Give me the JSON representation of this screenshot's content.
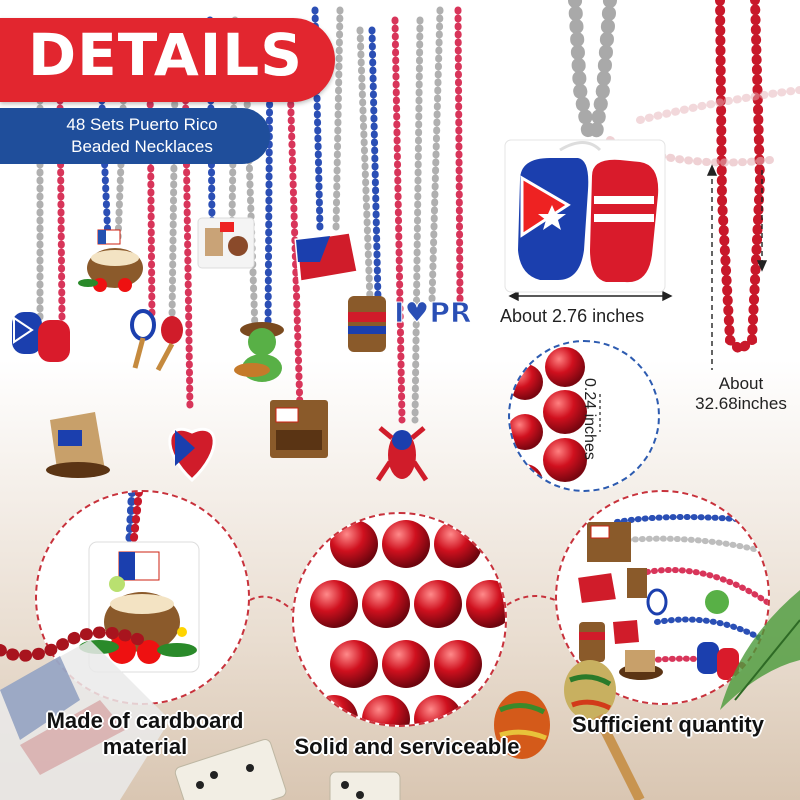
{
  "header": {
    "title": "DETAILS",
    "subtitle_line1": "48 Sets Puerto Rico",
    "subtitle_line2": "Beaded Necklaces"
  },
  "dimensions": {
    "pendant_width": "About 2.76 inches",
    "necklace_length_line1": "About",
    "necklace_length_line2": "32.68inches",
    "bead_size": "0.24 inches"
  },
  "pendant_text": {
    "i_love_pr": "I♥PR"
  },
  "features": [
    {
      "label_line1": "Made of cardboard",
      "label_line2": "material"
    },
    {
      "label": "Solid and serviceable"
    },
    {
      "label": "Sufficient quantity"
    }
  ],
  "colors": {
    "red": "#e2262f",
    "blue": "#1f4e9b",
    "silver": "#b9b9b9",
    "bead_red": "#d11a2a"
  }
}
